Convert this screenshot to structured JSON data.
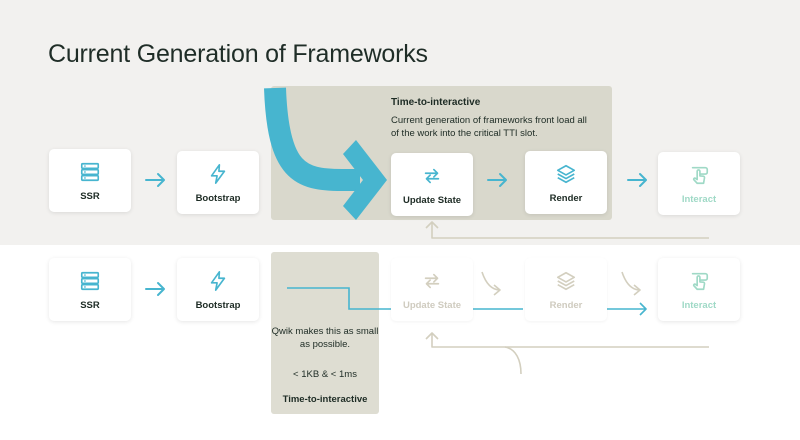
{
  "title": "Current Generation of Frameworks",
  "top_row": {
    "tti_heading": "Time-to-interactive",
    "tti_description": "Current generation of frameworks front load all of the work into the critical TTI slot.",
    "cards": [
      {
        "label": "SSR",
        "icon": "server-icon"
      },
      {
        "label": "Bootstrap",
        "icon": "lightning-icon"
      },
      {
        "label": "Update State",
        "icon": "swap-arrows-icon"
      },
      {
        "label": "Render",
        "icon": "layers-icon"
      },
      {
        "label": "Interact",
        "icon": "pointer-hand-icon"
      }
    ]
  },
  "bottom_row": {
    "qwik_text": "Qwik makes this as small as possible.",
    "qwik_size": "< 1KB & < 1ms",
    "tti_label": "Time-to-interactive",
    "cards": [
      {
        "label": "SSR",
        "icon": "server-icon"
      },
      {
        "label": "Bootstrap",
        "icon": "lightning-icon"
      },
      {
        "label": "Update State",
        "icon": "swap-arrows-icon"
      },
      {
        "label": "Render",
        "icon": "layers-icon"
      },
      {
        "label": "Interact",
        "icon": "pointer-hand-icon"
      }
    ]
  },
  "colors": {
    "accent": "#47b5cf",
    "panel": "#d9d8cc",
    "faded": "#cfcbbf",
    "interact_green": "#9fd9c6",
    "background_band": "#f2f1ef"
  }
}
